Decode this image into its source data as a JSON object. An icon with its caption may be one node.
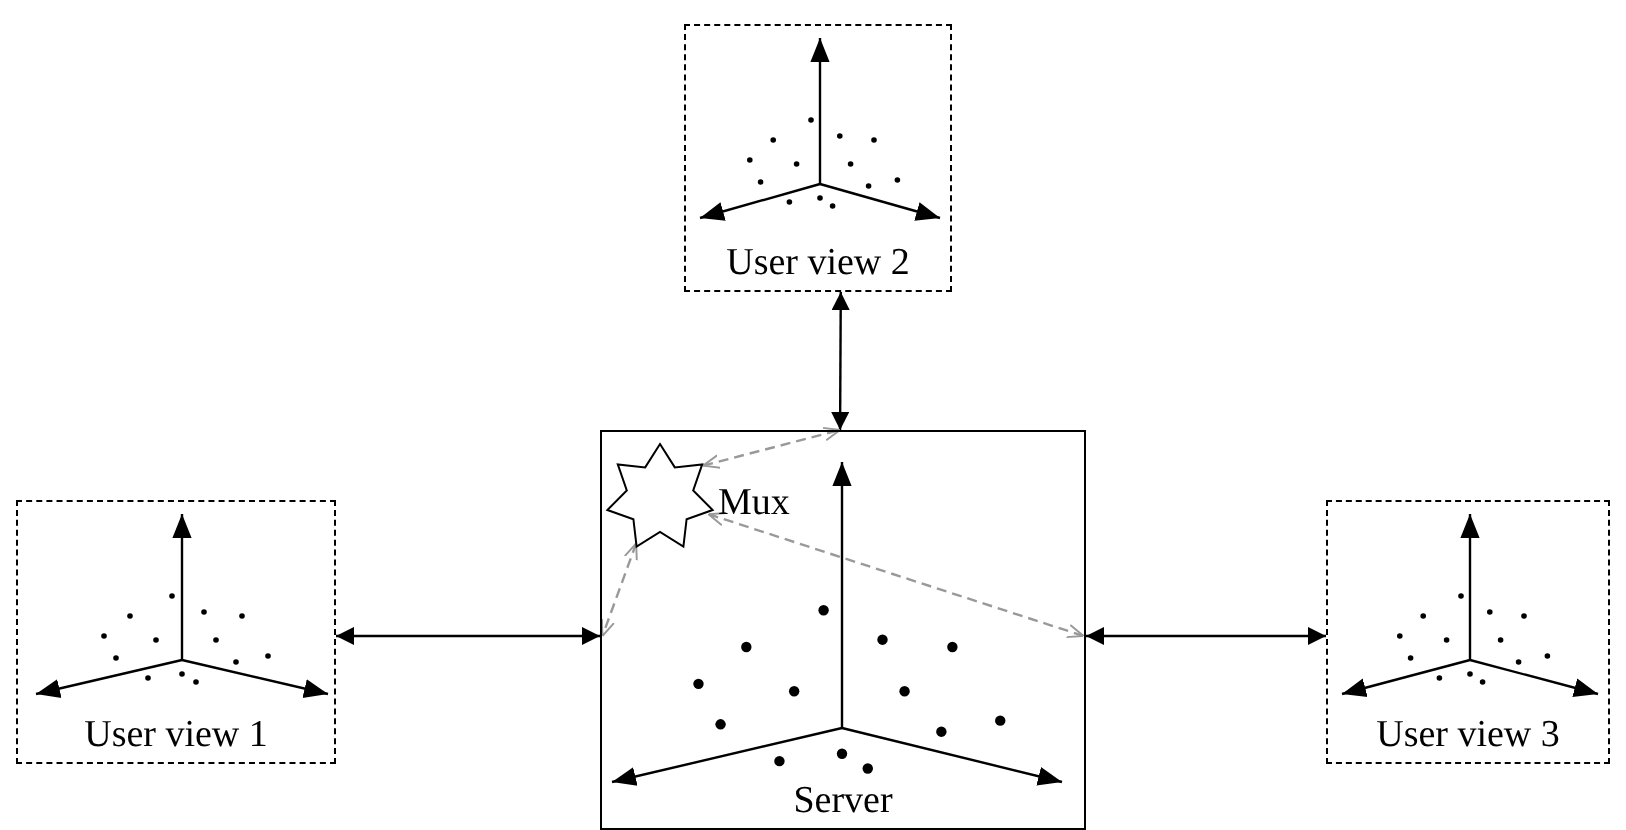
{
  "diagram": {
    "nodes": [
      {
        "text": [
          "User view 2"
        ]
      },
      {
        "text": [
          "User view 1"
        ]
      },
      {
        "text": [
          "Server"
        ]
      },
      {
        "text": [],
        "shape": "star",
        "in": 2,
        "beside": [
          "Mux"
        ]
      },
      {
        "text": [
          "User view 3"
        ]
      }
    ],
    "edges": [
      {
        "from": 0,
        "to": 2,
        "arrow": "both"
      },
      {
        "from": 1,
        "to": 2,
        "arrow": "both"
      },
      {
        "from": 2,
        "to": 4,
        "arrow": "both"
      },
      {
        "from": 3,
        "to": 2,
        "arrow": "both",
        "style": "dashed",
        "color": "#999999"
      },
      {
        "from": 3,
        "to": 2,
        "arrow": "both",
        "style": "dashed",
        "color": "#999999"
      },
      {
        "from": 3,
        "to": 2,
        "arrow": "both",
        "style": "dashed",
        "color": "#999999"
      }
    ]
  }
}
